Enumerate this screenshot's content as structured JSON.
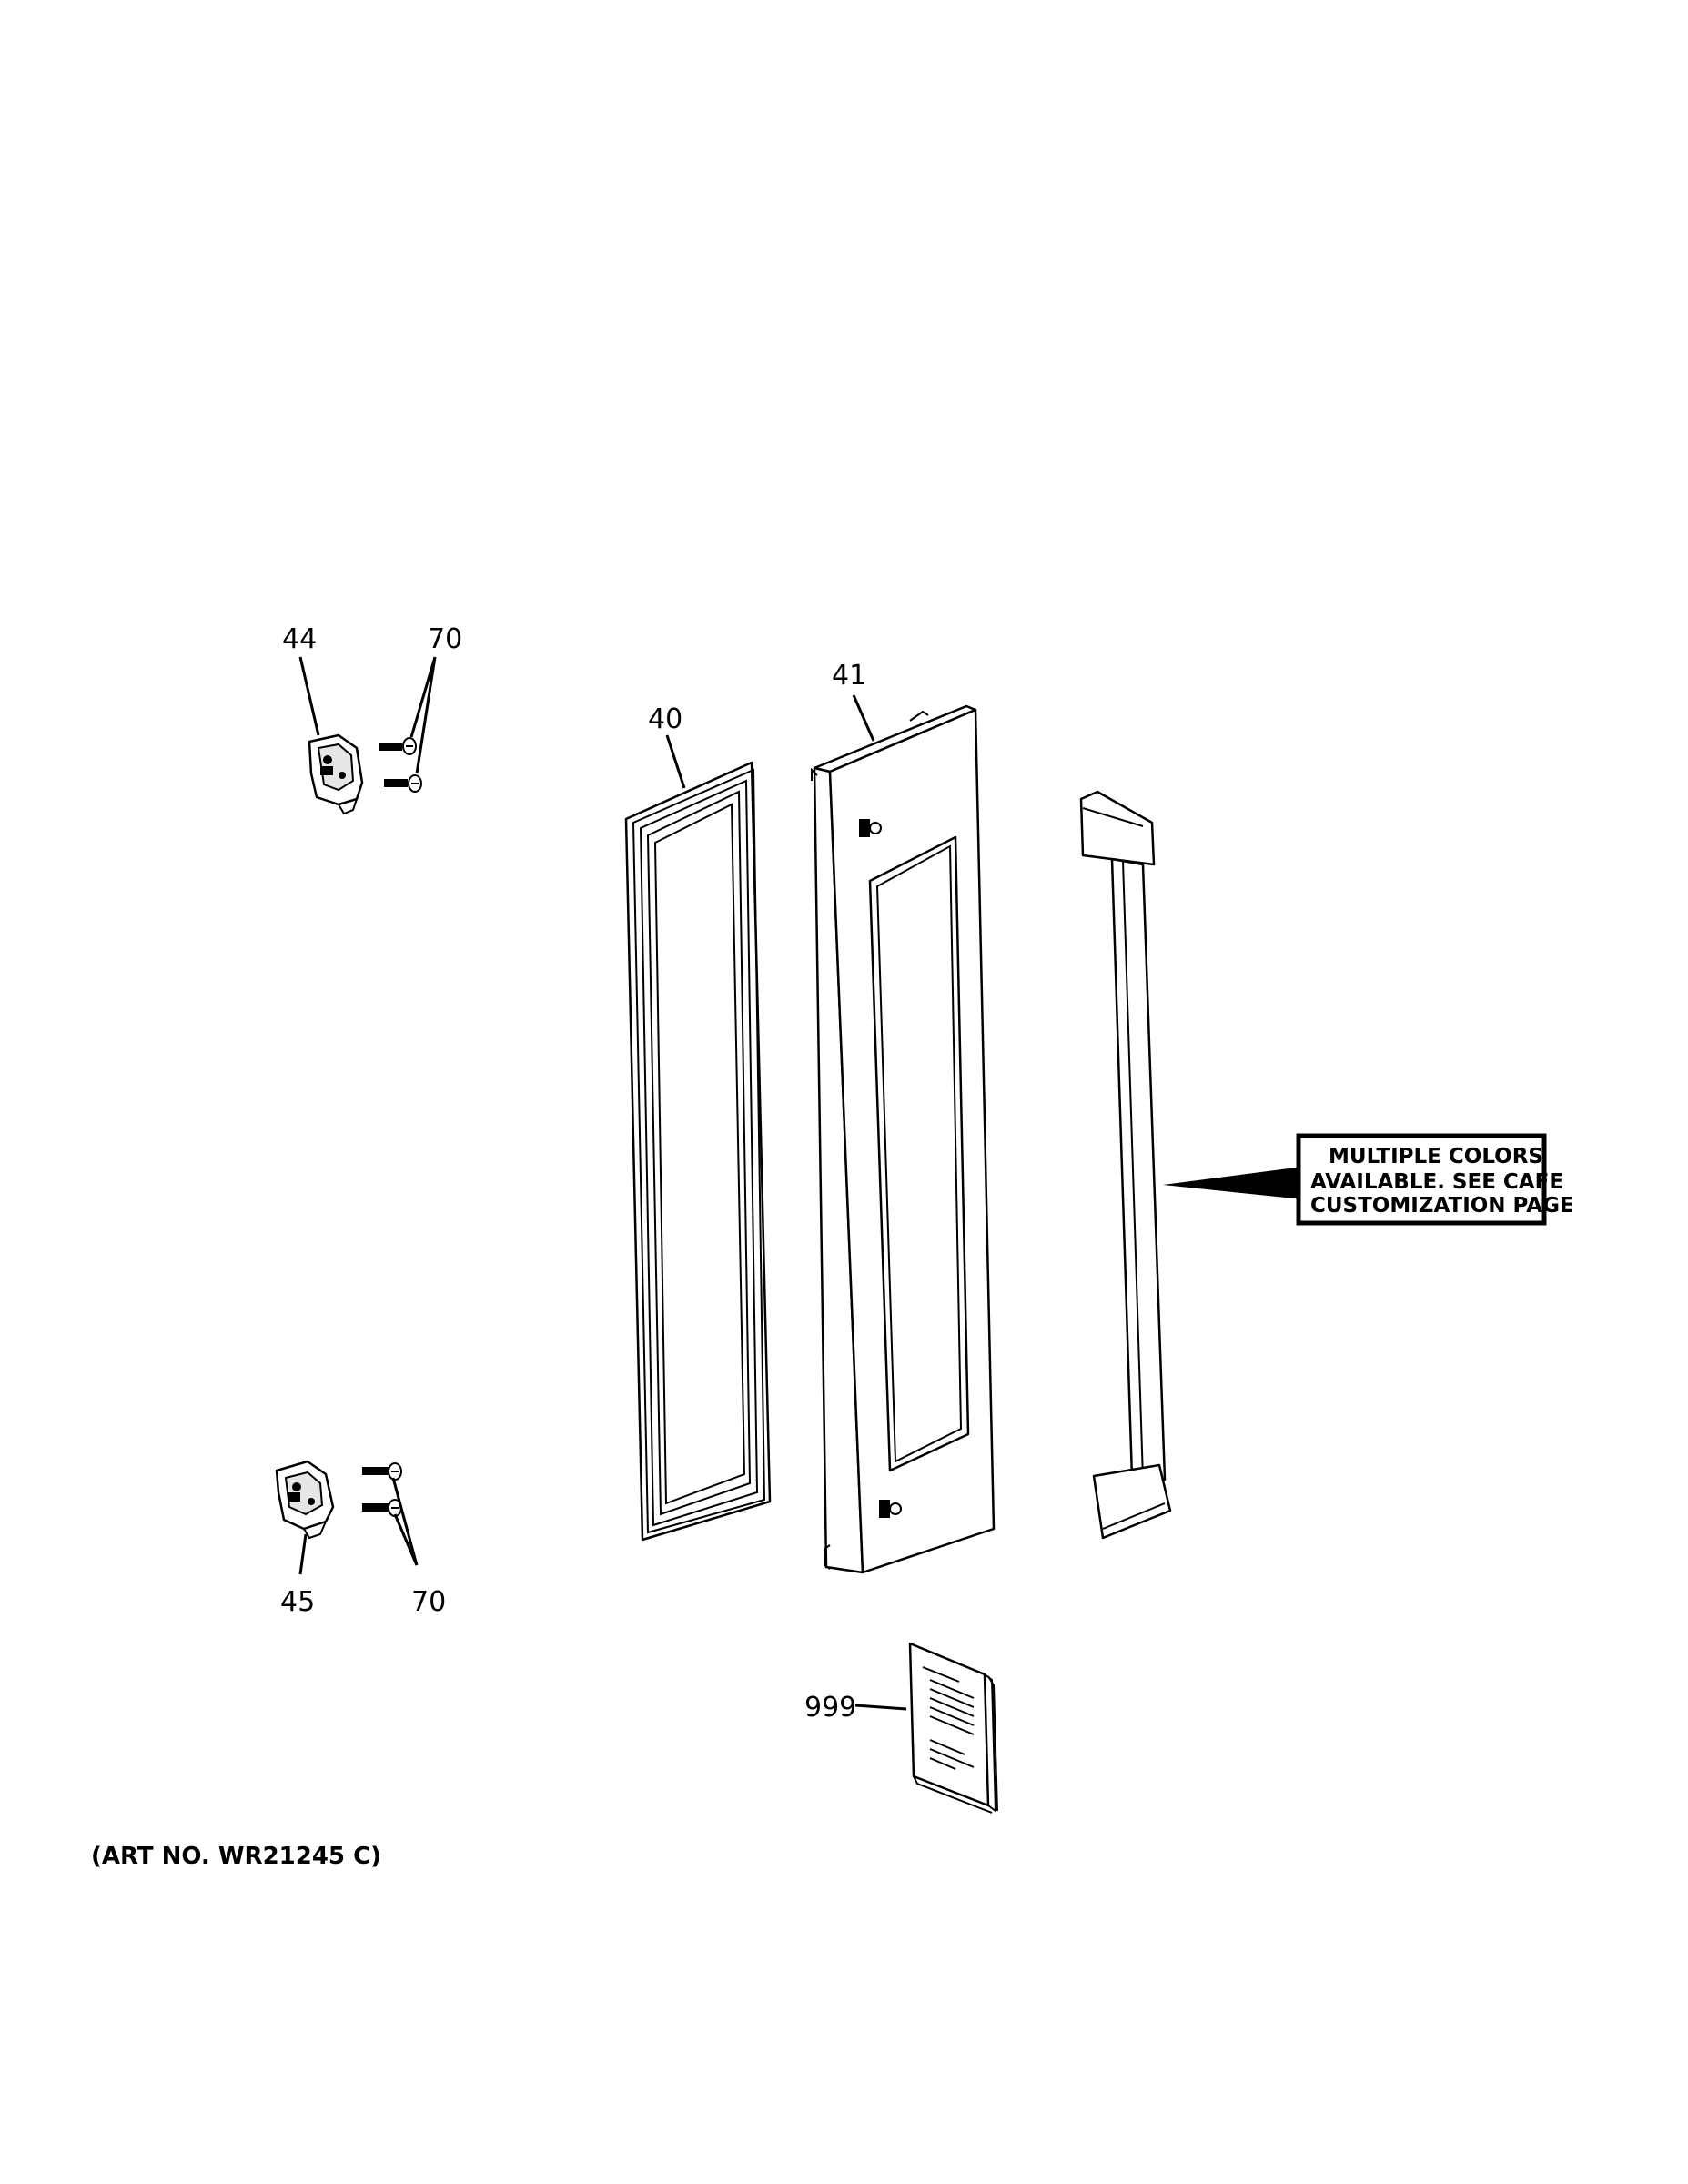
{
  "callouts": {
    "c44": "44",
    "c70_top": "70",
    "c41": "41",
    "c40": "40",
    "c45": "45",
    "c70_bottom": "70",
    "c999": "999"
  },
  "note": {
    "line1": "MULTIPLE COLORS",
    "line2": "AVAILABLE. SEE CAFE",
    "line3": "CUSTOMIZATION PAGE"
  },
  "art_number": "(ART NO. WR21245 C)"
}
